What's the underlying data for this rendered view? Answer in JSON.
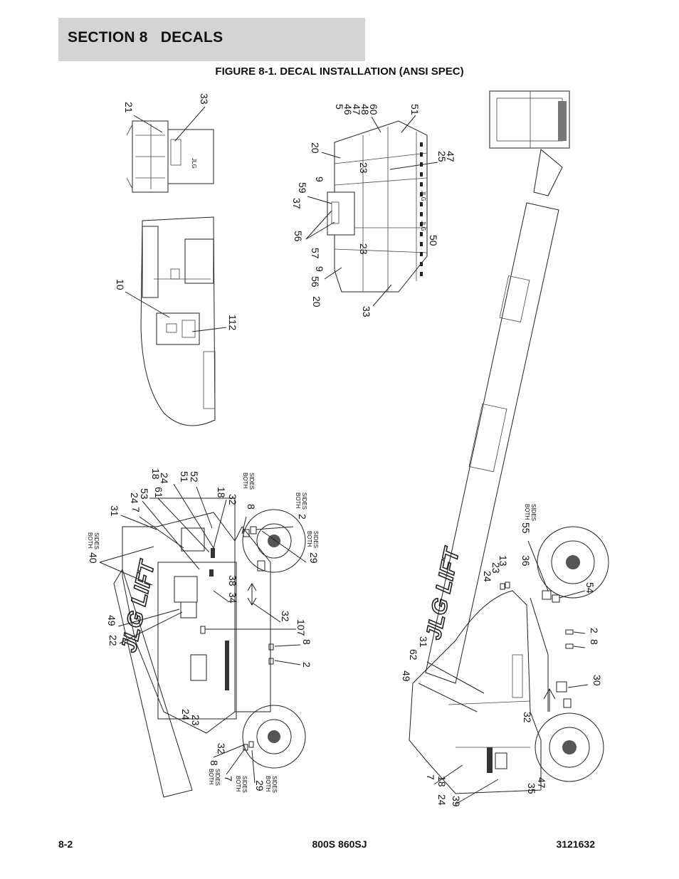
{
  "header": {
    "section": "SECTION 8   DECALS",
    "figure": "FIGURE 8-1. DECAL INSTALLATION (ANSI SPEC)"
  },
  "footer": {
    "page": "8-2",
    "model": "800S 860SJ",
    "doc_number": "3121632"
  },
  "brand": "JLG LIFT",
  "callouts": {
    "top_left": [
      "21",
      "33"
    ],
    "console": [
      "10",
      "112"
    ],
    "platform": [
      "5",
      "46",
      "47",
      "48",
      "60",
      "51",
      "20",
      "23",
      "25",
      "47",
      "9",
      "59",
      "37",
      "56",
      "57",
      "9",
      "56",
      "23",
      "50",
      "20",
      "33"
    ],
    "left_machine": [
      "40",
      "31",
      "7",
      "24",
      "53",
      "61",
      "18",
      "24",
      "51",
      "52",
      "18",
      "8",
      "32",
      "2",
      "29",
      "38",
      "34",
      "32",
      "107",
      "8",
      "2",
      "49",
      "22",
      "24",
      "23",
      "32",
      "8",
      "7",
      "29"
    ],
    "right_machine": [
      "55",
      "36",
      "24",
      "23",
      "13",
      "54",
      "2",
      "8",
      "30",
      "31",
      "62",
      "49",
      "32",
      "35",
      "47",
      "7",
      "18",
      "24",
      "39"
    ]
  },
  "notes": {
    "both_sides": [
      "BOTH",
      "SIDES"
    ]
  }
}
